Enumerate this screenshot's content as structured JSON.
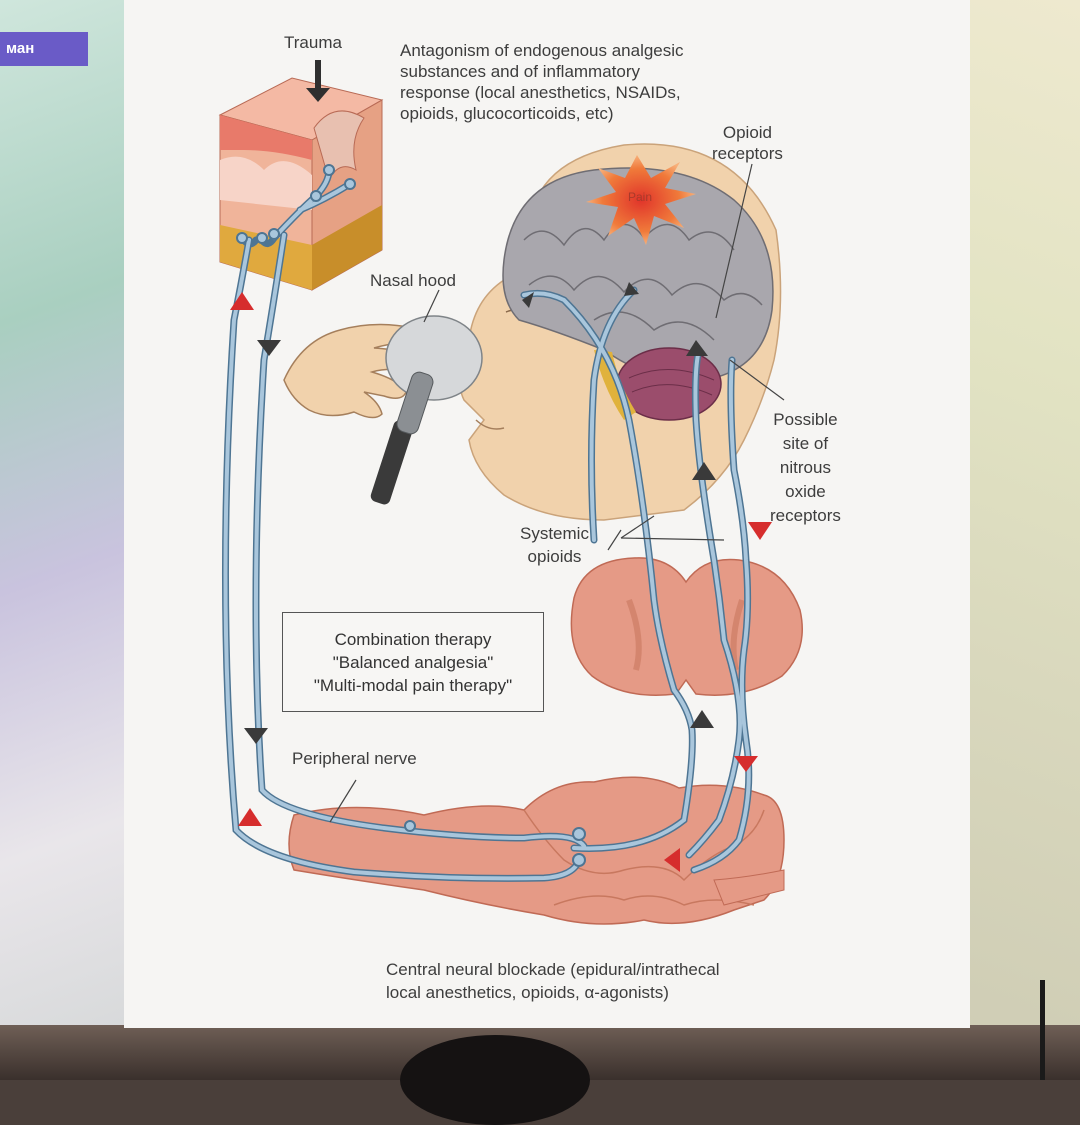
{
  "corner_tab": "ман",
  "labels": {
    "trauma": "Trauma",
    "antagonism": [
      "Antagonism of endogenous analgesic",
      "substances and of inflammatory",
      "response (local anesthetics, NSAIDs,",
      "opioids, glucocorticoids, etc)"
    ],
    "opioid_receptors": [
      "Opioid",
      "receptors"
    ],
    "pain": "Pain",
    "nasal_hood": "Nasal hood",
    "possible_site": [
      "Possible",
      "site of",
      "nitrous",
      "oxide",
      "receptors"
    ],
    "systemic_opioids": [
      "Systemic",
      "opioids"
    ],
    "combination_therapy": [
      "Combination therapy",
      "\"Balanced analgesia\"",
      "\"Multi-modal pain therapy\""
    ],
    "peripheral_nerve": "Peripheral nerve",
    "central_blockade": [
      "Central neural blockade (epidural/intrathecal",
      "local anesthetics, opioids, α-agonists)"
    ]
  },
  "colors": {
    "nerve_fill": "#a9c6dc",
    "nerve_stroke": "#4e7593",
    "tissue": "#e59a86",
    "brain": "#a9a7ad",
    "skin": "#f1d2ac",
    "arrow_red": "#d62d2d",
    "arrow_dark": "#3a3a3a"
  }
}
